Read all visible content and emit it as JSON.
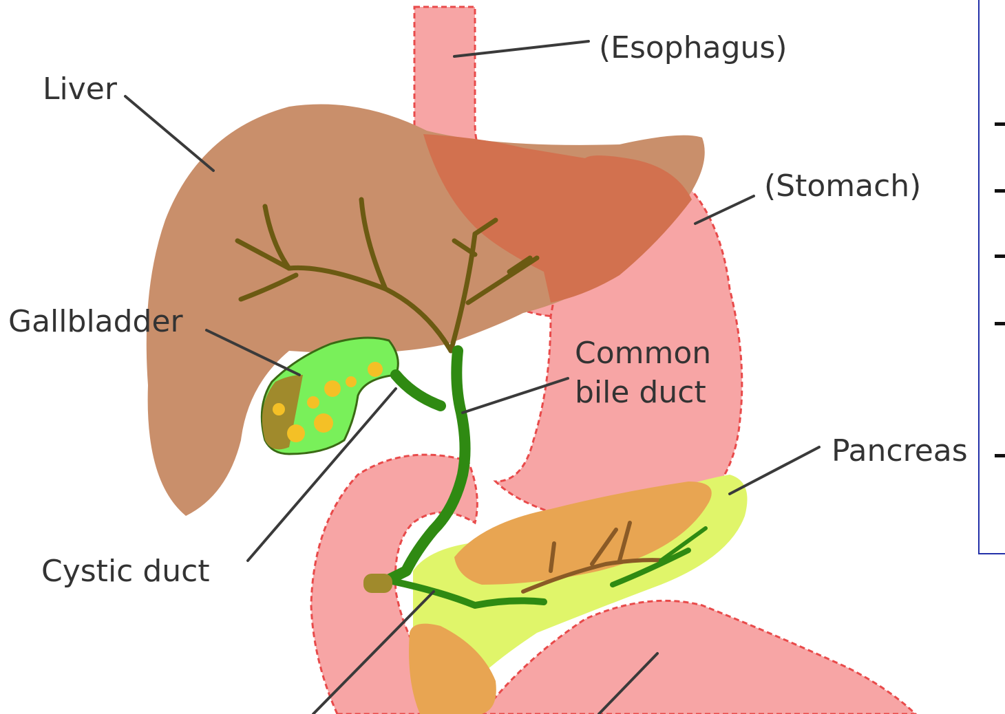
{
  "labels": {
    "esophagus": "(Esophagus)",
    "liver": "Liver",
    "stomach": "(Stomach)",
    "gallbladder": "Gallbladder",
    "common_bile_duct_line1": "Common",
    "common_bile_duct_line2": "bile duct",
    "pancreas": "Pancreas",
    "cystic_duct": "Cystic duct"
  },
  "colors": {
    "liver": "#c98f6b",
    "stomach": "#f7a5a5",
    "stomach_overlap": "#d2714f",
    "stomach_outline": "#e84a4a",
    "gallbladder": "#79f05a",
    "gallbladder_tip": "#a08a2c",
    "gallstones": "#f4c026",
    "bile_duct": "#2f8a12",
    "hepatic_ducts": "#6b5a12",
    "pancreas": "#e0f56a",
    "pancreas_body": "#e8a552",
    "pancreatic_ducts": "#8a5a26",
    "panel_border": "#2330a8"
  }
}
